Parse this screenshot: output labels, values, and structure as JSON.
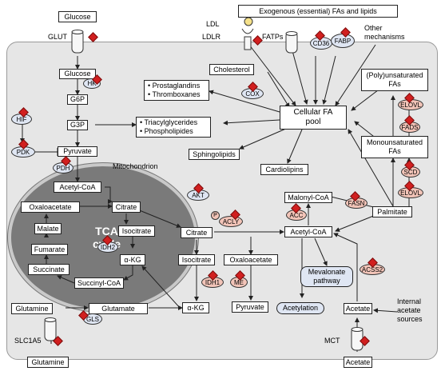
{
  "nodes": {
    "glucose_ext": "Glucose",
    "glucose": "Glucose",
    "g6p": "G6P",
    "g3p": "G3P",
    "pyruvate": "Pyruvate",
    "acetyl_coa_mito": "Acetyl-CoA",
    "oxaloacetate_mito": "Oxaloacetate",
    "citrate_mito": "Citrate",
    "malate": "Malate",
    "isocitrate_mito": "Isocitrate",
    "fumarate": "Fumarate",
    "akg_mito": "α-KG",
    "succinate": "Succinate",
    "succinyl_coa": "Succinyl-CoA",
    "glutamine_cyto": "Glutamine",
    "glutamate": "Glutamate",
    "glutamine_ext": "Glutamine",
    "exogenous": "Exogenous (essential) FAs and lipids",
    "cholesterol": "Cholesterol",
    "cellular_fa_pool": "Cellular FA\npool",
    "sphingolipids": "Sphingolipids",
    "cardiolipins": "Cardiolipins",
    "polyunsat": "(Poly)unsaturated\nFAs",
    "monounsat": "Monounsaturated\nFAs",
    "malonyl_coa": "Malonyl-CoA",
    "palmitate": "Palmitate",
    "citrate_cyto": "Citrate",
    "acetyl_coa_cyto": "Acetyl-CoA",
    "isocitrate_cyto": "Isocitrate",
    "oxaloacetate_cyto": "Oxaloacetate",
    "akg_cyto": "α-KG",
    "pyruvate_cyto": "Pyruvate",
    "acetate_cyto": "Acetate",
    "acetate_ext": "Acetate",
    "mevalonate": "Mevalonate\npathway",
    "acetylation": "Acetylation"
  },
  "bullet_lists": {
    "prostaglandins": [
      "• Prostaglandins",
      "• Thromboxanes"
    ],
    "triacyl": [
      "• Triacylglycerides",
      "• Phospholipides"
    ]
  },
  "enzymes": {
    "hk": "HK",
    "hif": "HIF",
    "pdk": "PDK",
    "pdh": "PDH",
    "cox": "COX",
    "cd36": "CD36",
    "fabp": "FABP",
    "idh2": "IDH2",
    "gls": "GLS",
    "akt": "AKT",
    "acly": "ACLY",
    "p": "P",
    "acc": "ACC",
    "fasn": "FASN",
    "idh1": "IDH1",
    "me": "ME",
    "acss2": "ACSS2",
    "elovl_top": "ELOVL",
    "fads": "FADS",
    "scd": "SCD",
    "elovl_bottom": "ELOVL"
  },
  "labels": {
    "glut": "GLUT",
    "ldl": "LDL",
    "ldlr": "LDLR",
    "fatps": "FATPs",
    "other_mechanisms": "Other\nmechanisms",
    "mitochondrion": "Mitochondrion",
    "tca_cycle": "TCA\ncycle",
    "slc1a5": "SLC1A5",
    "mct": "MCT",
    "internal_acetate": "Internal\nacetate\nsources"
  },
  "colors": {
    "cell_bg": "#e6e6e6",
    "mito_bg": "#7a7a7a",
    "enzyme_blue": "#dfe6f3",
    "enzyme_red": "#f2c4b8",
    "regulation_marker": "#d11f1f"
  }
}
